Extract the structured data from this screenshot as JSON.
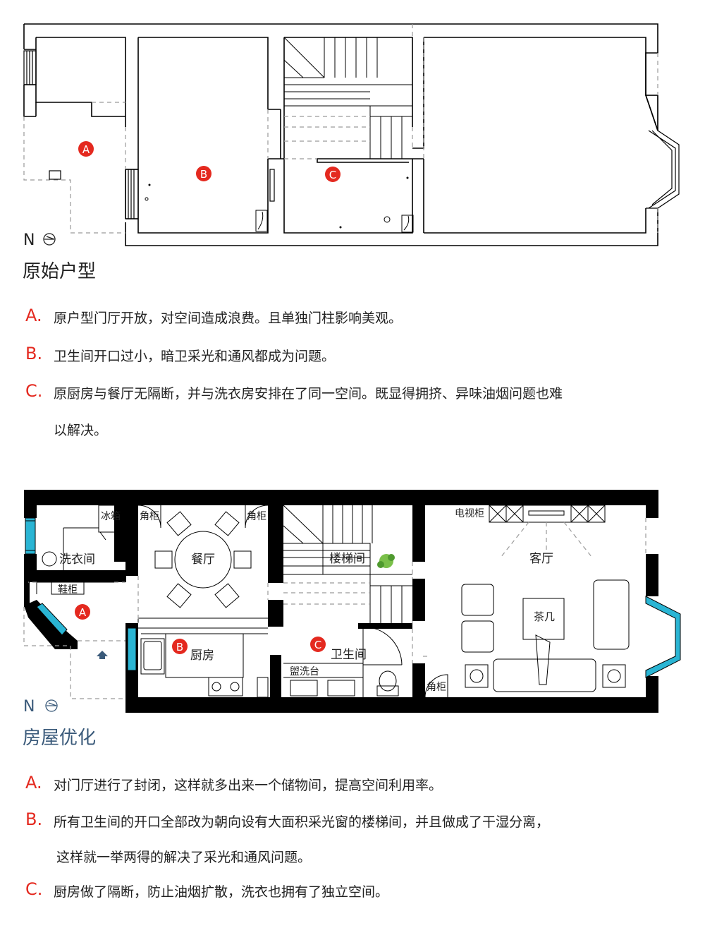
{
  "colors": {
    "marker": "#e4291f",
    "wall": "#000000",
    "glass": "#2ab5d4",
    "line": "#000000",
    "dash": "#9a9a9a"
  },
  "plan1": {
    "north": "N",
    "title": "原始户型",
    "markers": {
      "a": "A",
      "b": "B",
      "c": "C"
    }
  },
  "notes1": [
    {
      "key": "A.",
      "text": "原户型门厅开放，对空间造成浪费。且单独门柱影响美观。"
    },
    {
      "key": "B.",
      "text": "卫生间开口过小，暗卫采光和通风都成为问题。"
    },
    {
      "key": "C.",
      "text": "原厨房与餐厅无隔断，并与洗衣房安排在了同一空间。既显得拥挤、异味油烟问题也难",
      "cont": "以解决。"
    }
  ],
  "plan2": {
    "north": "N",
    "title": "房屋优化",
    "markers": {
      "a": "A",
      "b": "B",
      "c": "C"
    },
    "rooms": {
      "fridge": "冰箱",
      "corner1": "角柜",
      "corner2": "角柜",
      "corner3": "角柜",
      "laundry": "洗衣间",
      "shoe": "鞋柜",
      "dining": "餐厅",
      "kitchen": "厨房",
      "stairs": "楼梯间",
      "bath": "卫生间",
      "basin": "盥洗台",
      "tv": "电视柜",
      "living": "客厅",
      "tea": "茶几"
    }
  },
  "notes2": [
    {
      "key": "A.",
      "text": "对门厅进行了封闭，这样就多出来一个储物间，提高空间利用率。"
    },
    {
      "key": "B.",
      "text": "所有卫生间的开口全部改为朝向设有大面积采光窗的楼梯间，并且做成了干湿分离，",
      "cont": "这样就一举两得的解决了采光和通风问题。"
    },
    {
      "key": "C.",
      "text": "厨房做了隔断，防止油烟扩散，洗衣也拥有了独立空间。"
    }
  ]
}
